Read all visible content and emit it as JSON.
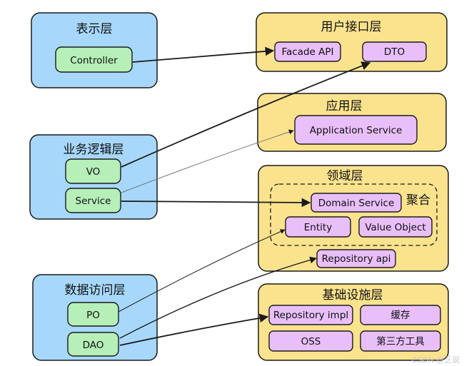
{
  "left_layers": {
    "presentation": {
      "title": "表示层",
      "items": [
        "Controller"
      ]
    },
    "business": {
      "title": "业务逻辑层",
      "items": [
        "VO",
        "Service"
      ]
    },
    "data_access": {
      "title": "数据访问层",
      "items": [
        "PO",
        "DAO"
      ]
    }
  },
  "right_layers": {
    "user_interface": {
      "title": "用户接口层",
      "items": [
        "Facade API",
        "DTO"
      ]
    },
    "application": {
      "title": "应用层",
      "items": [
        "Application Service"
      ]
    },
    "domain": {
      "title": "领域层",
      "aggregate_label": "聚合",
      "items": [
        "Domain Service",
        "Entity",
        "Value Object",
        "Repository api"
      ]
    },
    "infrastructure": {
      "title": "基础设施层",
      "items": [
        "Repository impl",
        "缓存",
        "OSS",
        "第三方工具"
      ]
    }
  },
  "watermark": "CSDN @乏说",
  "colors": {
    "left_fill": "#a7d8fb",
    "right_fill": "#fbe38e",
    "green_fill": "#b6efb8",
    "purple_fill": "#e8bff8",
    "stroke": "#1a1a1a"
  }
}
